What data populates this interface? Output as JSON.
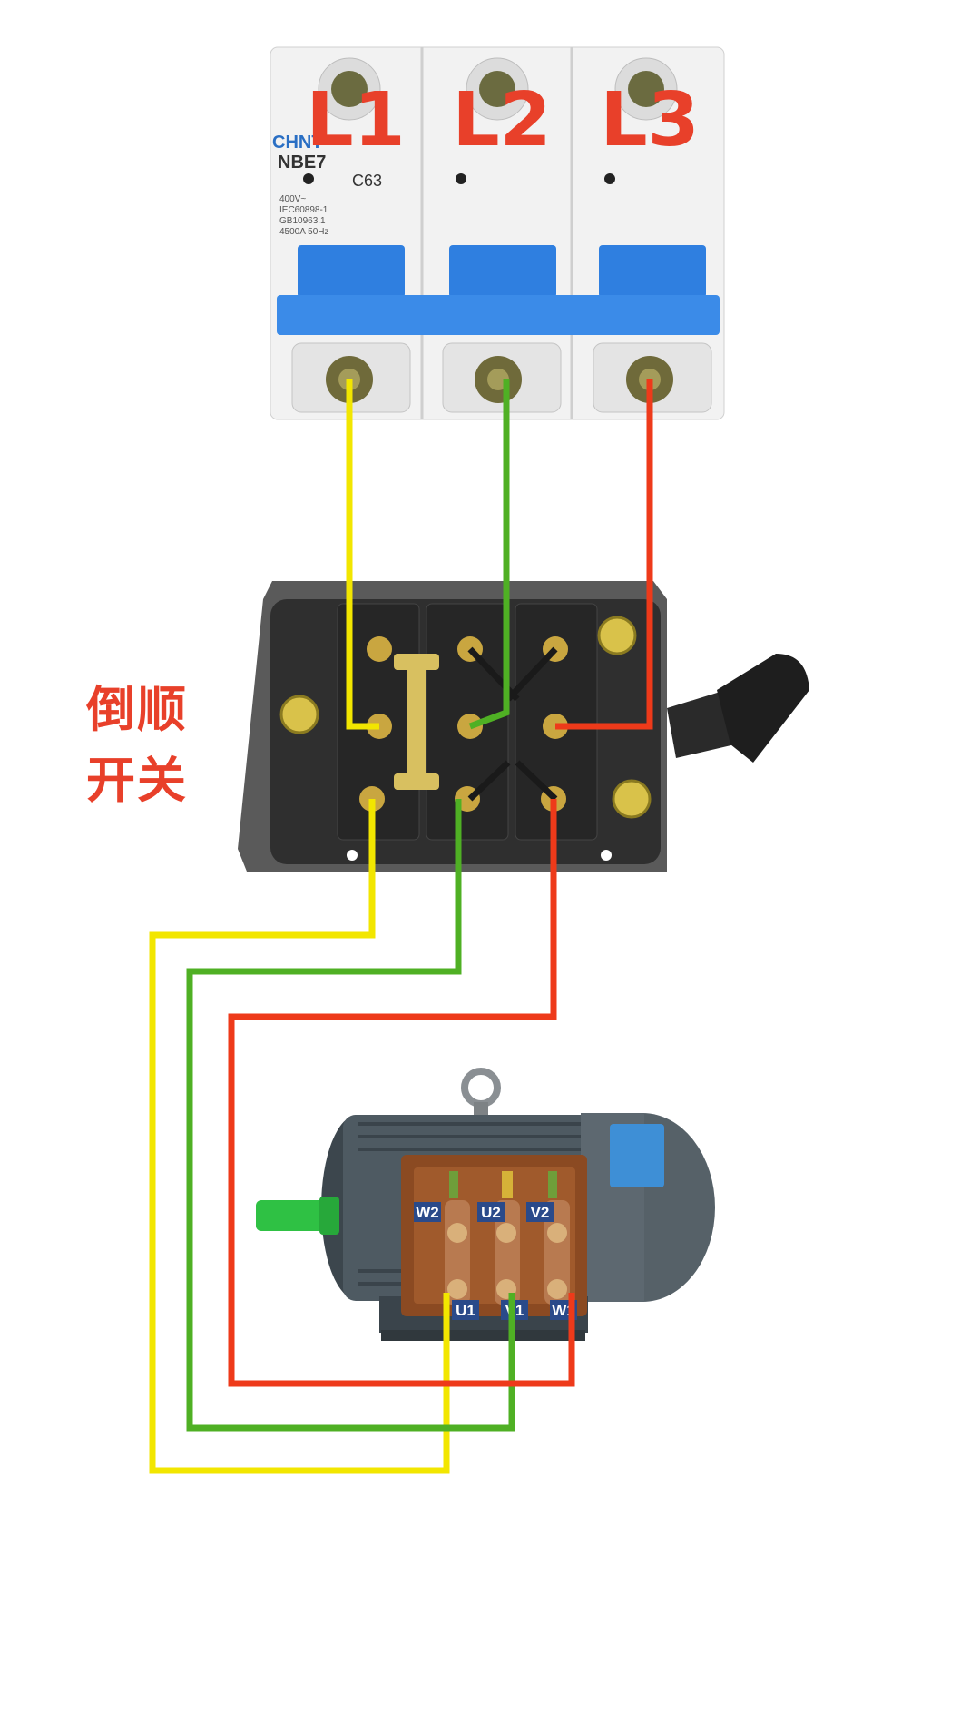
{
  "breaker": {
    "brand": "CHNT",
    "model": "NBE7",
    "rating": "C63",
    "spec_lines": [
      "400V~",
      "IEC60898-1",
      "GB10963.1",
      "4500A  50Hz"
    ],
    "terminal_labels": [
      "L1",
      "L2",
      "L3"
    ]
  },
  "switch": {
    "label_line1": "倒顺",
    "label_line2": "开关"
  },
  "motor": {
    "terminals_top": [
      "W2",
      "U2",
      "V2"
    ],
    "terminals_bottom": [
      "U1",
      "V1",
      "W1"
    ]
  },
  "colors": {
    "wire_l1": "#f2e600",
    "wire_l2": "#4fb024",
    "wire_l3": "#ee3a1a",
    "label_red": "#e8402a",
    "breaker_handle": "#2f7fe0",
    "switch_body": "#3a3a3a",
    "motor_body": "#4e5a62"
  }
}
